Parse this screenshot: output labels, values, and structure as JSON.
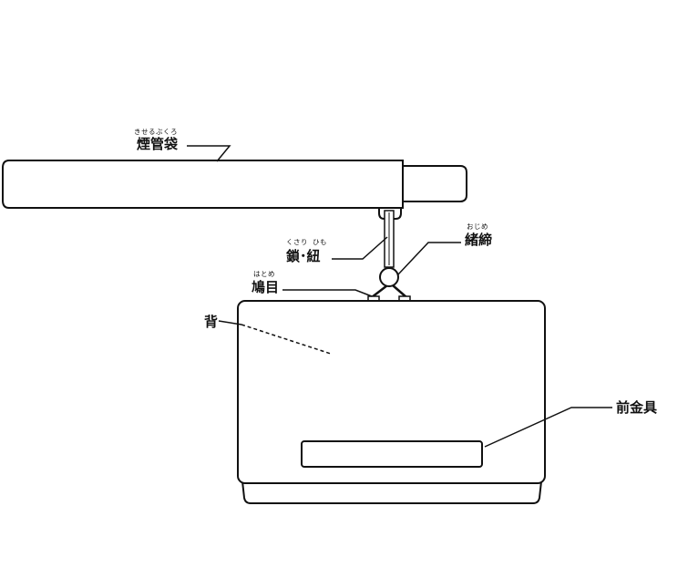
{
  "labels": {
    "kiseru_bukuro": {
      "text": "煙管袋",
      "ruby": "きせるぶくろ"
    },
    "kusari_himo": {
      "text": "鎖･紐",
      "ruby_left": "くさり",
      "ruby_right": "ひも"
    },
    "ojime": {
      "text": "緒締",
      "ruby": "おじめ"
    },
    "hatome": {
      "text": "鳩目",
      "ruby": "はとめ"
    },
    "se": {
      "text": "背"
    },
    "mae_kanagu": {
      "text": "前金具"
    }
  },
  "colors": {
    "stroke": "#111111",
    "fill": "#ffffff"
  }
}
